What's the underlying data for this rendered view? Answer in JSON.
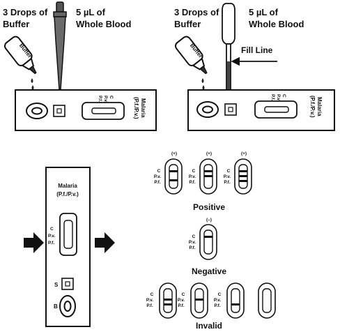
{
  "panels": {
    "left": {
      "buffer_label_line1": "3 Drops of",
      "buffer_label_line2": "Buffer",
      "blood_label_line1": "5 µL of",
      "blood_label_line2": "Whole Blood",
      "bottle_label": "Buffer",
      "cassette": {
        "line_c": "C",
        "line_pv": "P.v.",
        "line_pf": "P.f.",
        "title_line1": "Malaria",
        "title_line2": "(P.f./P.v.)"
      }
    },
    "right": {
      "buffer_label_line1": "3 Drops of",
      "buffer_label_line2": "Buffer",
      "blood_label_line1": "5 µL of",
      "blood_label_line2": "Whole Blood",
      "bottle_label": "Buffer",
      "fill_line_label": "Fill Line",
      "cassette": {
        "line_c": "C",
        "line_pv": "P.v.",
        "line_pf": "P.f.",
        "title_line1": "Malaria",
        "title_line2": "(P.f./P.v.)"
      }
    }
  },
  "vertical_cassette": {
    "title_line1": "Malaria",
    "title_line2": "(P.f./P.v.)",
    "line_c": "C",
    "line_pv": "P.v.",
    "line_pf": "P.f.",
    "sample_well": "S",
    "buffer_well": "B"
  },
  "results": {
    "positive": {
      "caption": "Positive",
      "strips": [
        {
          "sign": "(+)",
          "c": "C",
          "pv": "P.v.",
          "pf": "P.f."
        },
        {
          "sign": "(+)",
          "c": "C",
          "pv": "P.v.",
          "pf": "P.f."
        },
        {
          "sign": "(+)",
          "c": "C",
          "pv": "P.v.",
          "pf": "P.f."
        }
      ]
    },
    "negative": {
      "caption": "Negative",
      "strip": {
        "sign": "(–)",
        "c": "C",
        "pv": "P.v.",
        "pf": "P.f."
      }
    },
    "invalid": {
      "caption": "Invalid",
      "strips": [
        {
          "c": "C",
          "pv": "P.v.",
          "pf": "P.f."
        },
        {
          "c": "C",
          "pv": "P.v.",
          "pf": "P.f."
        },
        {
          "c": "C",
          "pv": "P.v.",
          "pf": "P.f."
        }
      ]
    }
  }
}
